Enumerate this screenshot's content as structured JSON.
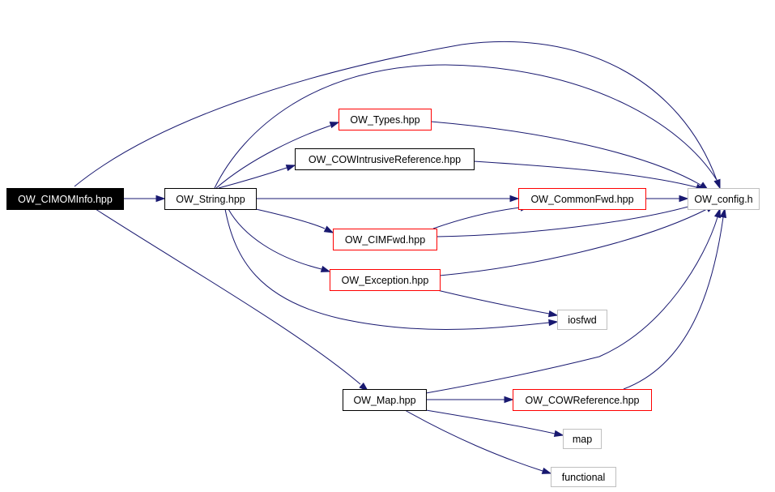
{
  "diagram": {
    "colors": {
      "edge": "#191970",
      "root_fill": "#000000",
      "root_text": "#ffffff",
      "default_border": "#000000",
      "truncated_border": "#ff0000",
      "external_border": "#bfbfbf",
      "text": "#000000"
    },
    "nodes": [
      {
        "id": "cimominfo",
        "label": "OW_CIMOMInfo.hpp",
        "style": "root"
      },
      {
        "id": "string",
        "label": "OW_String.hpp",
        "style": "default"
      },
      {
        "id": "types",
        "label": "OW_Types.hpp",
        "style": "truncated"
      },
      {
        "id": "cowintrusive",
        "label": "OW_COWIntrusiveReference.hpp",
        "style": "default"
      },
      {
        "id": "commonfwd",
        "label": "OW_CommonFwd.hpp",
        "style": "truncated"
      },
      {
        "id": "config",
        "label": "OW_config.h",
        "style": "external"
      },
      {
        "id": "cimfwd",
        "label": "OW_CIMFwd.hpp",
        "style": "truncated"
      },
      {
        "id": "exception",
        "label": "OW_Exception.hpp",
        "style": "truncated"
      },
      {
        "id": "iosfwd",
        "label": "iosfwd",
        "style": "external"
      },
      {
        "id": "map_hpp",
        "label": "OW_Map.hpp",
        "style": "default"
      },
      {
        "id": "cowref",
        "label": "OW_COWReference.hpp",
        "style": "truncated"
      },
      {
        "id": "map",
        "label": "map",
        "style": "external"
      },
      {
        "id": "functional",
        "label": "functional",
        "style": "external"
      }
    ],
    "edges": [
      {
        "from": "cimominfo",
        "to": "string"
      },
      {
        "from": "cimominfo",
        "to": "config"
      },
      {
        "from": "cimominfo",
        "to": "map_hpp"
      },
      {
        "from": "string",
        "to": "config"
      },
      {
        "from": "string",
        "to": "types"
      },
      {
        "from": "string",
        "to": "cowintrusive"
      },
      {
        "from": "string",
        "to": "commonfwd"
      },
      {
        "from": "string",
        "to": "cimfwd"
      },
      {
        "from": "string",
        "to": "exception"
      },
      {
        "from": "string",
        "to": "iosfwd"
      },
      {
        "from": "types",
        "to": "config"
      },
      {
        "from": "cowintrusive",
        "to": "config"
      },
      {
        "from": "commonfwd",
        "to": "config"
      },
      {
        "from": "cimfwd",
        "to": "commonfwd"
      },
      {
        "from": "cimfwd",
        "to": "config"
      },
      {
        "from": "exception",
        "to": "config"
      },
      {
        "from": "exception",
        "to": "iosfwd"
      },
      {
        "from": "map_hpp",
        "to": "config"
      },
      {
        "from": "map_hpp",
        "to": "cowref"
      },
      {
        "from": "map_hpp",
        "to": "map"
      },
      {
        "from": "map_hpp",
        "to": "functional"
      },
      {
        "from": "cowref",
        "to": "config"
      }
    ]
  }
}
